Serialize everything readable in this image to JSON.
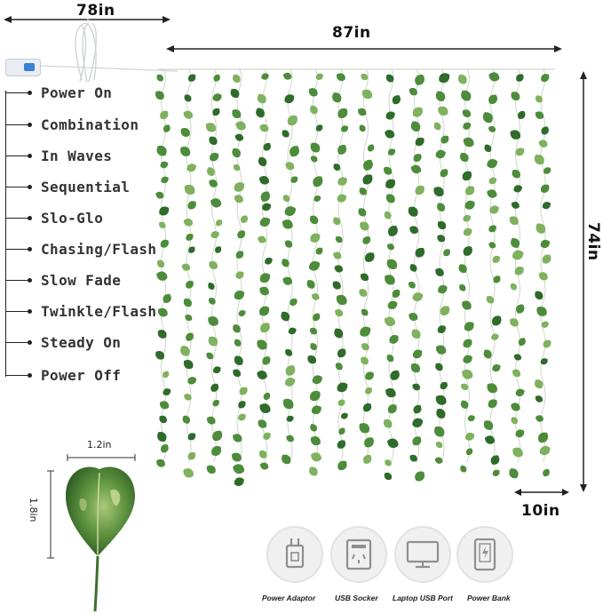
{
  "dimensions": {
    "cable_length": "78in",
    "width": "87in",
    "height": "74in",
    "strand_spacing": "10in",
    "leaf_width": "1.2in",
    "leaf_height": "1.8in"
  },
  "modes": [
    "Power On",
    "Combination",
    "In Waves",
    "Sequential",
    "Slo-Glo",
    "Chasing/Flash",
    "Slow Fade",
    "Twinkle/Flash",
    "Steady On",
    "Power Off"
  ],
  "power_sources": [
    {
      "label": "Power Adaptor",
      "icon": "power-adaptor-icon"
    },
    {
      "label": "USB Socker",
      "icon": "usb-socket-icon"
    },
    {
      "label": "Laptop USB Port",
      "icon": "laptop-icon"
    },
    {
      "label": "Power Bank",
      "icon": "power-bank-icon"
    }
  ],
  "colors": {
    "leaf_dark": "#2f6b2a",
    "leaf_mid": "#4d8c3b",
    "leaf_light": "#7fb15e",
    "wire": "#cfd6c8",
    "controller_blue": "#3b7fd6",
    "icon_gray": "#8f8f8f"
  }
}
